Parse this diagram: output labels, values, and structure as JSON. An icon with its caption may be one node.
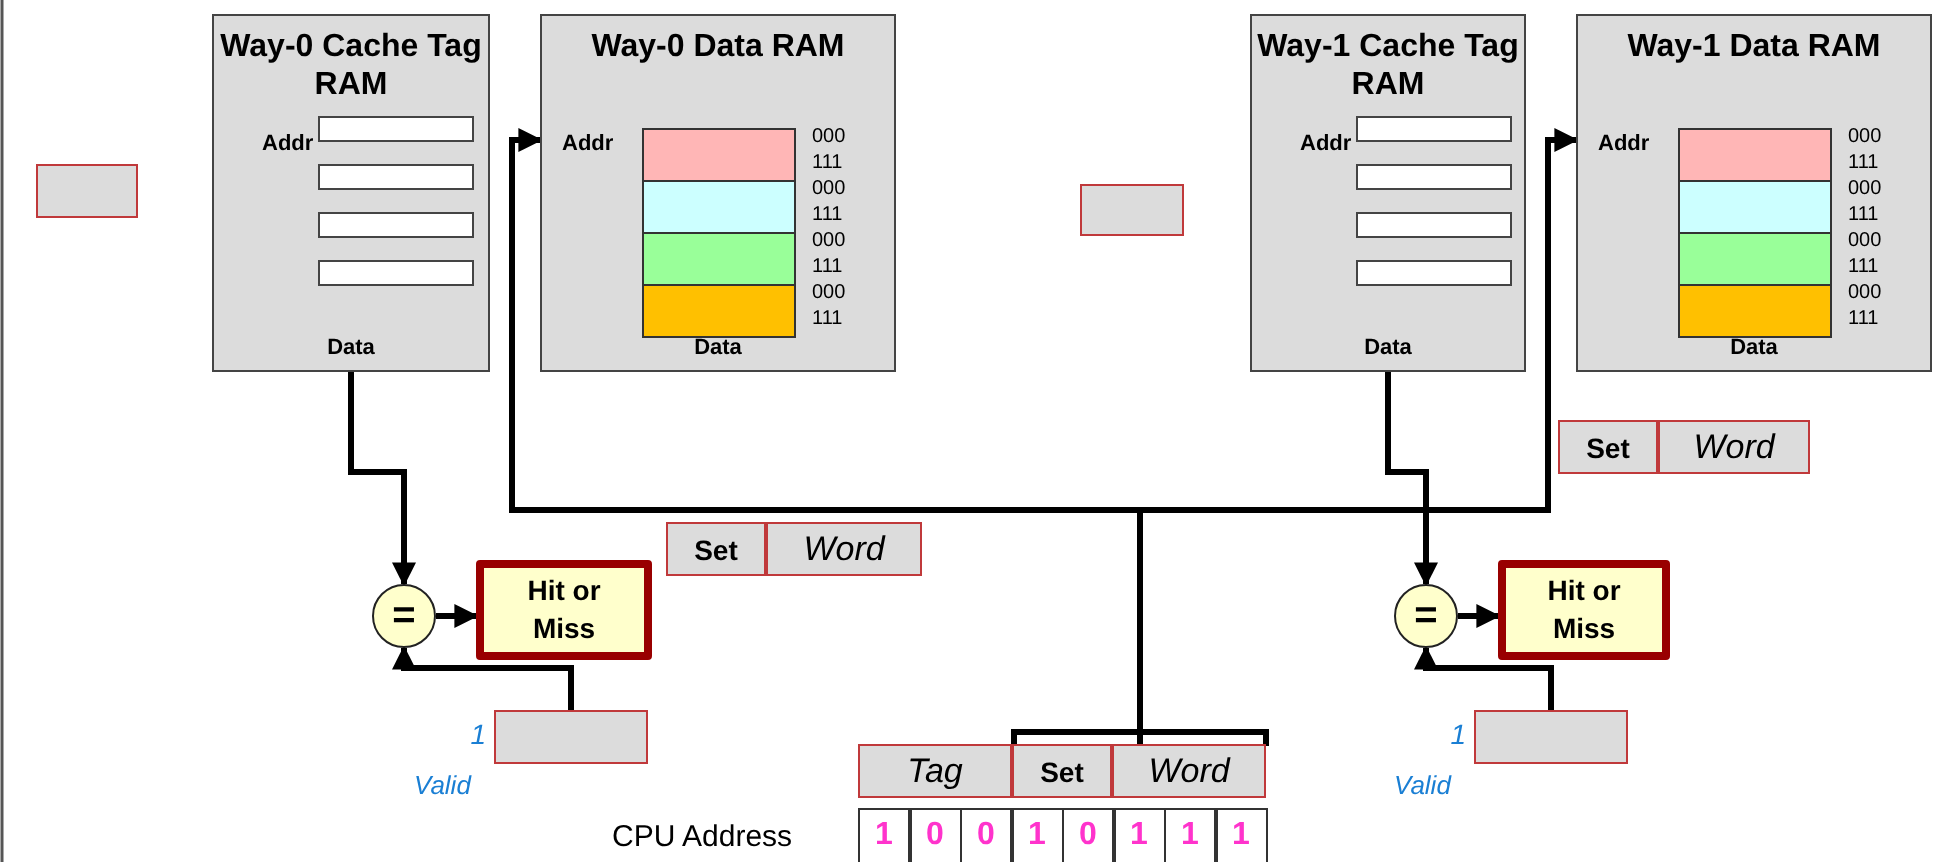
{
  "diagram": {
    "nodes": [
      {
        "text": [],
        "shape": "box"
      },
      {
        "text": [
          "Way-0 Cache Tag RAM",
          "Addr",
          "Data"
        ]
      },
      {
        "text": [
          "Way-0 Data RAM",
          "Addr",
          "Data"
        ]
      },
      {
        "text": [],
        "shape": "box"
      },
      {
        "text": [
          "Way-1 Cache Tag RAM",
          "Addr",
          "Data"
        ]
      },
      {
        "text": [
          "Way-1 Data RAM",
          "Addr",
          "Data"
        ]
      },
      {
        "text": [
          "Set",
          "Word"
        ]
      },
      {
        "text": [
          "Set",
          "Word"
        ]
      },
      {
        "text": [
          "="
        ]
      },
      {
        "text": [
          "Hit or Miss"
        ]
      },
      {
        "text": [
          "="
        ]
      },
      {
        "text": [
          "Hit or Miss"
        ]
      },
      {
        "text": [],
        "shape": "box",
        "beside": [
          "1",
          "Valid"
        ]
      },
      {
        "text": [],
        "shape": "box",
        "beside": [
          "1",
          "Valid"
        ]
      },
      {
        "text": [
          "Tag",
          "Set",
          "Word"
        ]
      }
    ],
    "edges": [
      {
        "from": 1,
        "to": 8,
        "arrow": "to"
      },
      {
        "from": 12,
        "to": 8,
        "arrow": "to"
      },
      {
        "from": 8,
        "to": 9,
        "arrow": "to"
      },
      {
        "from": 14,
        "to": 2,
        "arrow": "to"
      },
      {
        "from": 14,
        "to": 5,
        "arrow": "to"
      },
      {
        "from": 4,
        "to": 10,
        "arrow": "to"
      },
      {
        "from": 13,
        "to": 10,
        "arrow": "to"
      },
      {
        "from": 10,
        "to": 11,
        "arrow": "to"
      }
    ],
    "labels": [
      "000",
      "111",
      "000",
      "111",
      "000",
      "111",
      "000",
      "111",
      "000",
      "111",
      "000",
      "111",
      "000",
      "111",
      "000",
      "111",
      "CPU Address",
      "1",
      "0",
      "0",
      "1",
      "0",
      "1",
      "1",
      "1"
    ]
  }
}
